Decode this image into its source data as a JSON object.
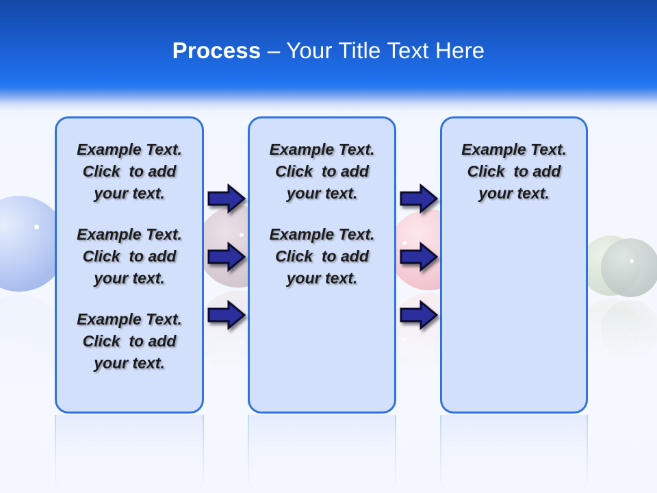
{
  "slide": {
    "title": {
      "bold_part": "Process",
      "rest_part": " – Your Title Text Here"
    },
    "theme": {
      "header_top_color": "#1448a8",
      "header_bottom_color": "#2072ef",
      "page_background": "#f4f7fd",
      "box_fill": "#d3e0fc",
      "box_border": "#2f74dd",
      "arrow_fill": "#2b2f9e",
      "arrow_outline": "#0b0b2c",
      "title_color": "#ffffff",
      "body_text_color": "#1b1b1b"
    },
    "body_text": "Example Text.\nClick  to add\nyour text.",
    "boxes": [
      {
        "name": "process-box-1",
        "paragraphs": [
          "Example Text.\nClick  to add\nyour text.",
          "Example Text.\nClick  to add\nyour text.",
          "Example Text.\nClick  to add\nyour text."
        ]
      },
      {
        "name": "process-box-2",
        "paragraphs": [
          "Example Text.\nClick  to add\nyour text.",
          "Example Text.\nClick  to add\nyour text."
        ]
      },
      {
        "name": "process-box-3",
        "paragraphs": [
          "Example Text.\nClick  to add\nyour text."
        ]
      }
    ],
    "arrows": {
      "icon": "right-block-arrow-icon",
      "count_per_gap": 3,
      "gaps": 2,
      "total": 6
    },
    "decorations": {
      "spheres": [
        {
          "name": "sphere-blue-left",
          "color": "#b9ccf4"
        },
        {
          "name": "sphere-mauve-mid",
          "color": "#cfb9c4"
        },
        {
          "name": "sphere-rose-right",
          "color": "#f4c2ca"
        },
        {
          "name": "sphere-sage-far",
          "color": "#c3cfc3"
        },
        {
          "name": "sphere-gray-far",
          "color": "#b8c2c1"
        }
      ]
    }
  }
}
